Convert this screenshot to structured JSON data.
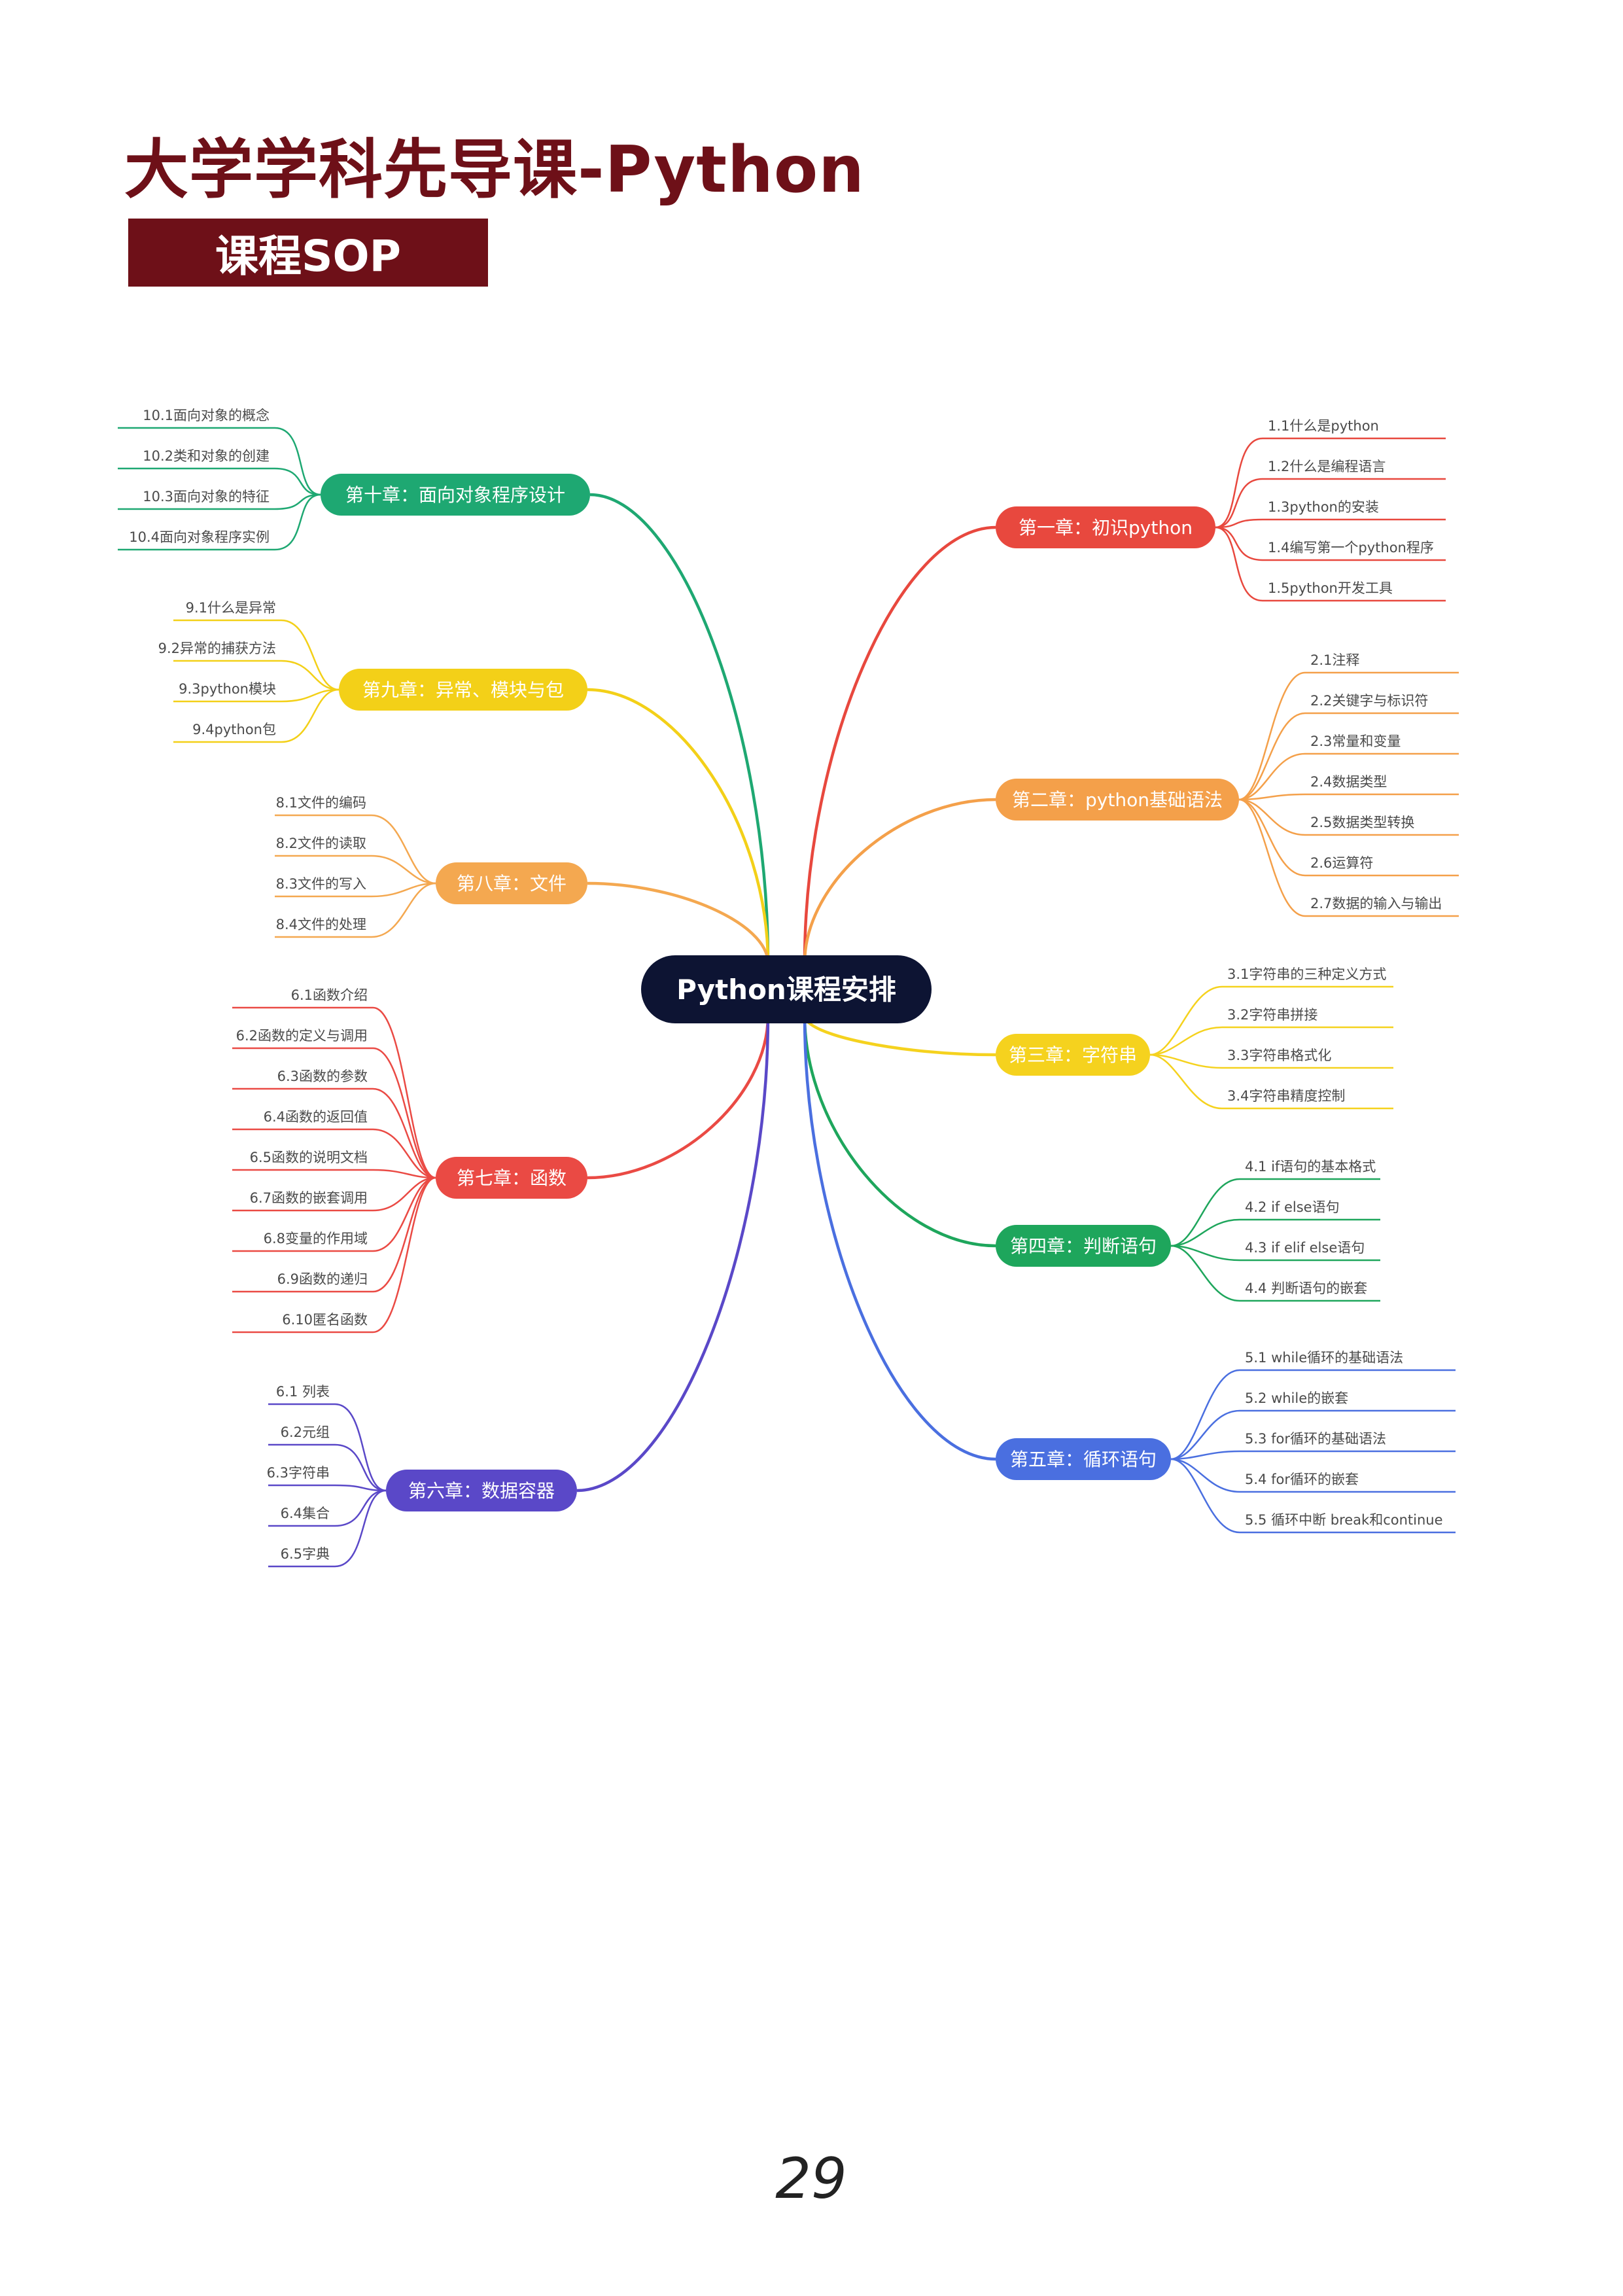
{
  "header": {
    "title": "大学学科先导课-Python",
    "subtitle": "课程SOP"
  },
  "mindmap": {
    "root": "Python课程安排",
    "root_color": "#0d1433",
    "chapters": [
      {
        "label": "第一章：初识python",
        "color": "#e8483e",
        "items": [
          "1.1什么是python",
          "1.2什么是编程语言",
          "1.3python的安装",
          "1.4编写第一个python程序",
          "1.5python开发工具"
        ]
      },
      {
        "label": "第二章：python基础语法",
        "color": "#f4a04a",
        "items": [
          "2.1注释",
          "2.2关键字与标识符",
          "2.3常量和变量",
          "2.4数据类型",
          "2.5数据类型转换",
          "2.6运算符",
          "2.7数据的输入与输出"
        ]
      },
      {
        "label": "第三章：字符串",
        "color": "#f5d21e",
        "items": [
          "3.1字符串的三种定义方式",
          "3.2字符串拼接",
          "3.3字符串格式化",
          "3.4字符串精度控制"
        ]
      },
      {
        "label": "第四章：判断语句",
        "color": "#1ea65c",
        "items": [
          "4.1 if语句的基本格式",
          "4.2 if else语句",
          "4.3 if elif else语句",
          "4.4 判断语句的嵌套"
        ]
      },
      {
        "label": "第五章：循环语句",
        "color": "#4a6fe0",
        "items": [
          "5.1 while循环的基础语法",
          "5.2 while的嵌套",
          "5.3 for循环的基础语法",
          "5.4 for循环的嵌套",
          "5.5 循环中断 break和continue"
        ]
      },
      {
        "label": "第十章：面向对象程序设计",
        "color": "#1ea872",
        "items": [
          "10.1面向对象的概念",
          "10.2类和对象的创建",
          "10.3面向对象的特征",
          "10.4面向对象程序实例"
        ]
      },
      {
        "label": "第九章：异常、模块与包",
        "color": "#f3d018",
        "items": [
          "9.1什么是异常",
          "9.2异常的捕获方法",
          "9.3python模块",
          "9.4python包"
        ]
      },
      {
        "label": "第八章：文件",
        "color": "#f4a850",
        "items": [
          "8.1文件的编码",
          "8.2文件的读取",
          "8.3文件的写入",
          "8.4文件的处理"
        ]
      },
      {
        "label": "第七章：函数",
        "color": "#ea4a44",
        "items": [
          "6.1函数介绍",
          "6.2函数的定义与调用",
          "6.3函数的参数",
          "6.4函数的返回值",
          "6.5函数的说明文档",
          "6.7函数的嵌套调用",
          "6.8变量的作用域",
          "6.9函数的递归",
          "6.10匿名函数"
        ]
      },
      {
        "label": "第六章：数据容器",
        "color": "#5a48c8",
        "items": [
          "6.1 列表",
          "6.2元组",
          "6.3字符串",
          "6.4集合",
          "6.5字典"
        ]
      }
    ]
  },
  "footer": {
    "page_number": "29"
  }
}
